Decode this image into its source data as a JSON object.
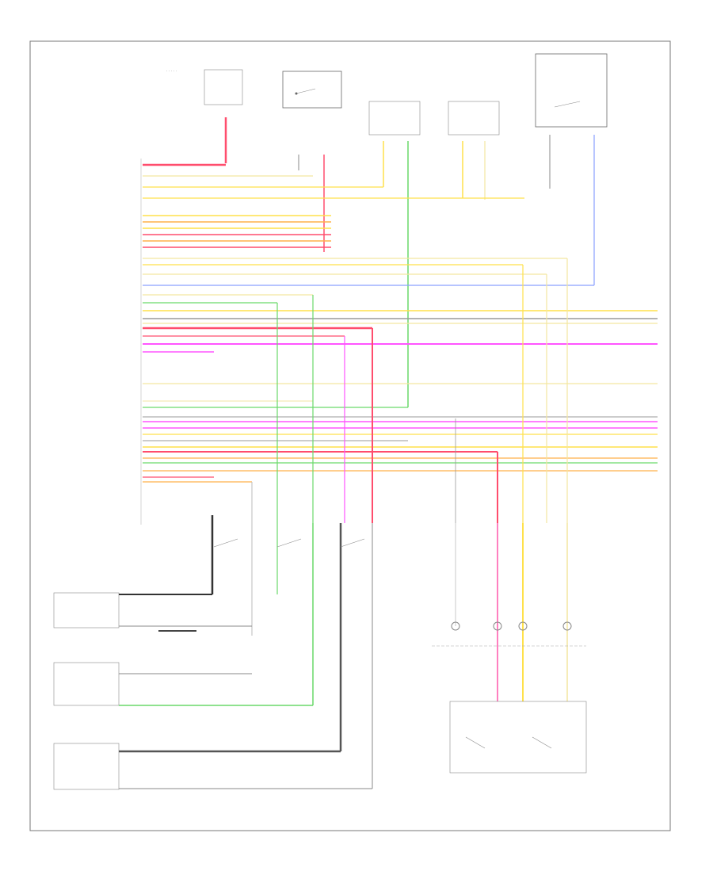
{
  "diagram": {
    "footer_code": "",
    "top_components": [
      {
        "id": "comp-1",
        "label": ""
      },
      {
        "id": "comp-2",
        "label": ""
      },
      {
        "id": "comp-3",
        "label": ""
      },
      {
        "id": "comp-4",
        "label": ""
      },
      {
        "id": "comp-5",
        "label": ""
      }
    ],
    "left_pin_labels": [],
    "wire_colors": {
      "red": "#ff4d6d",
      "orange": "#ffb04a",
      "yellow": "#ffe14a",
      "light_yellow": "#f3e6a0",
      "green": "#6ad96a",
      "blue": "#8aa0ff",
      "magenta": "#ff55ff",
      "gray": "#9a9a9a",
      "black": "#333333",
      "pink": "#ff80c0"
    }
  }
}
